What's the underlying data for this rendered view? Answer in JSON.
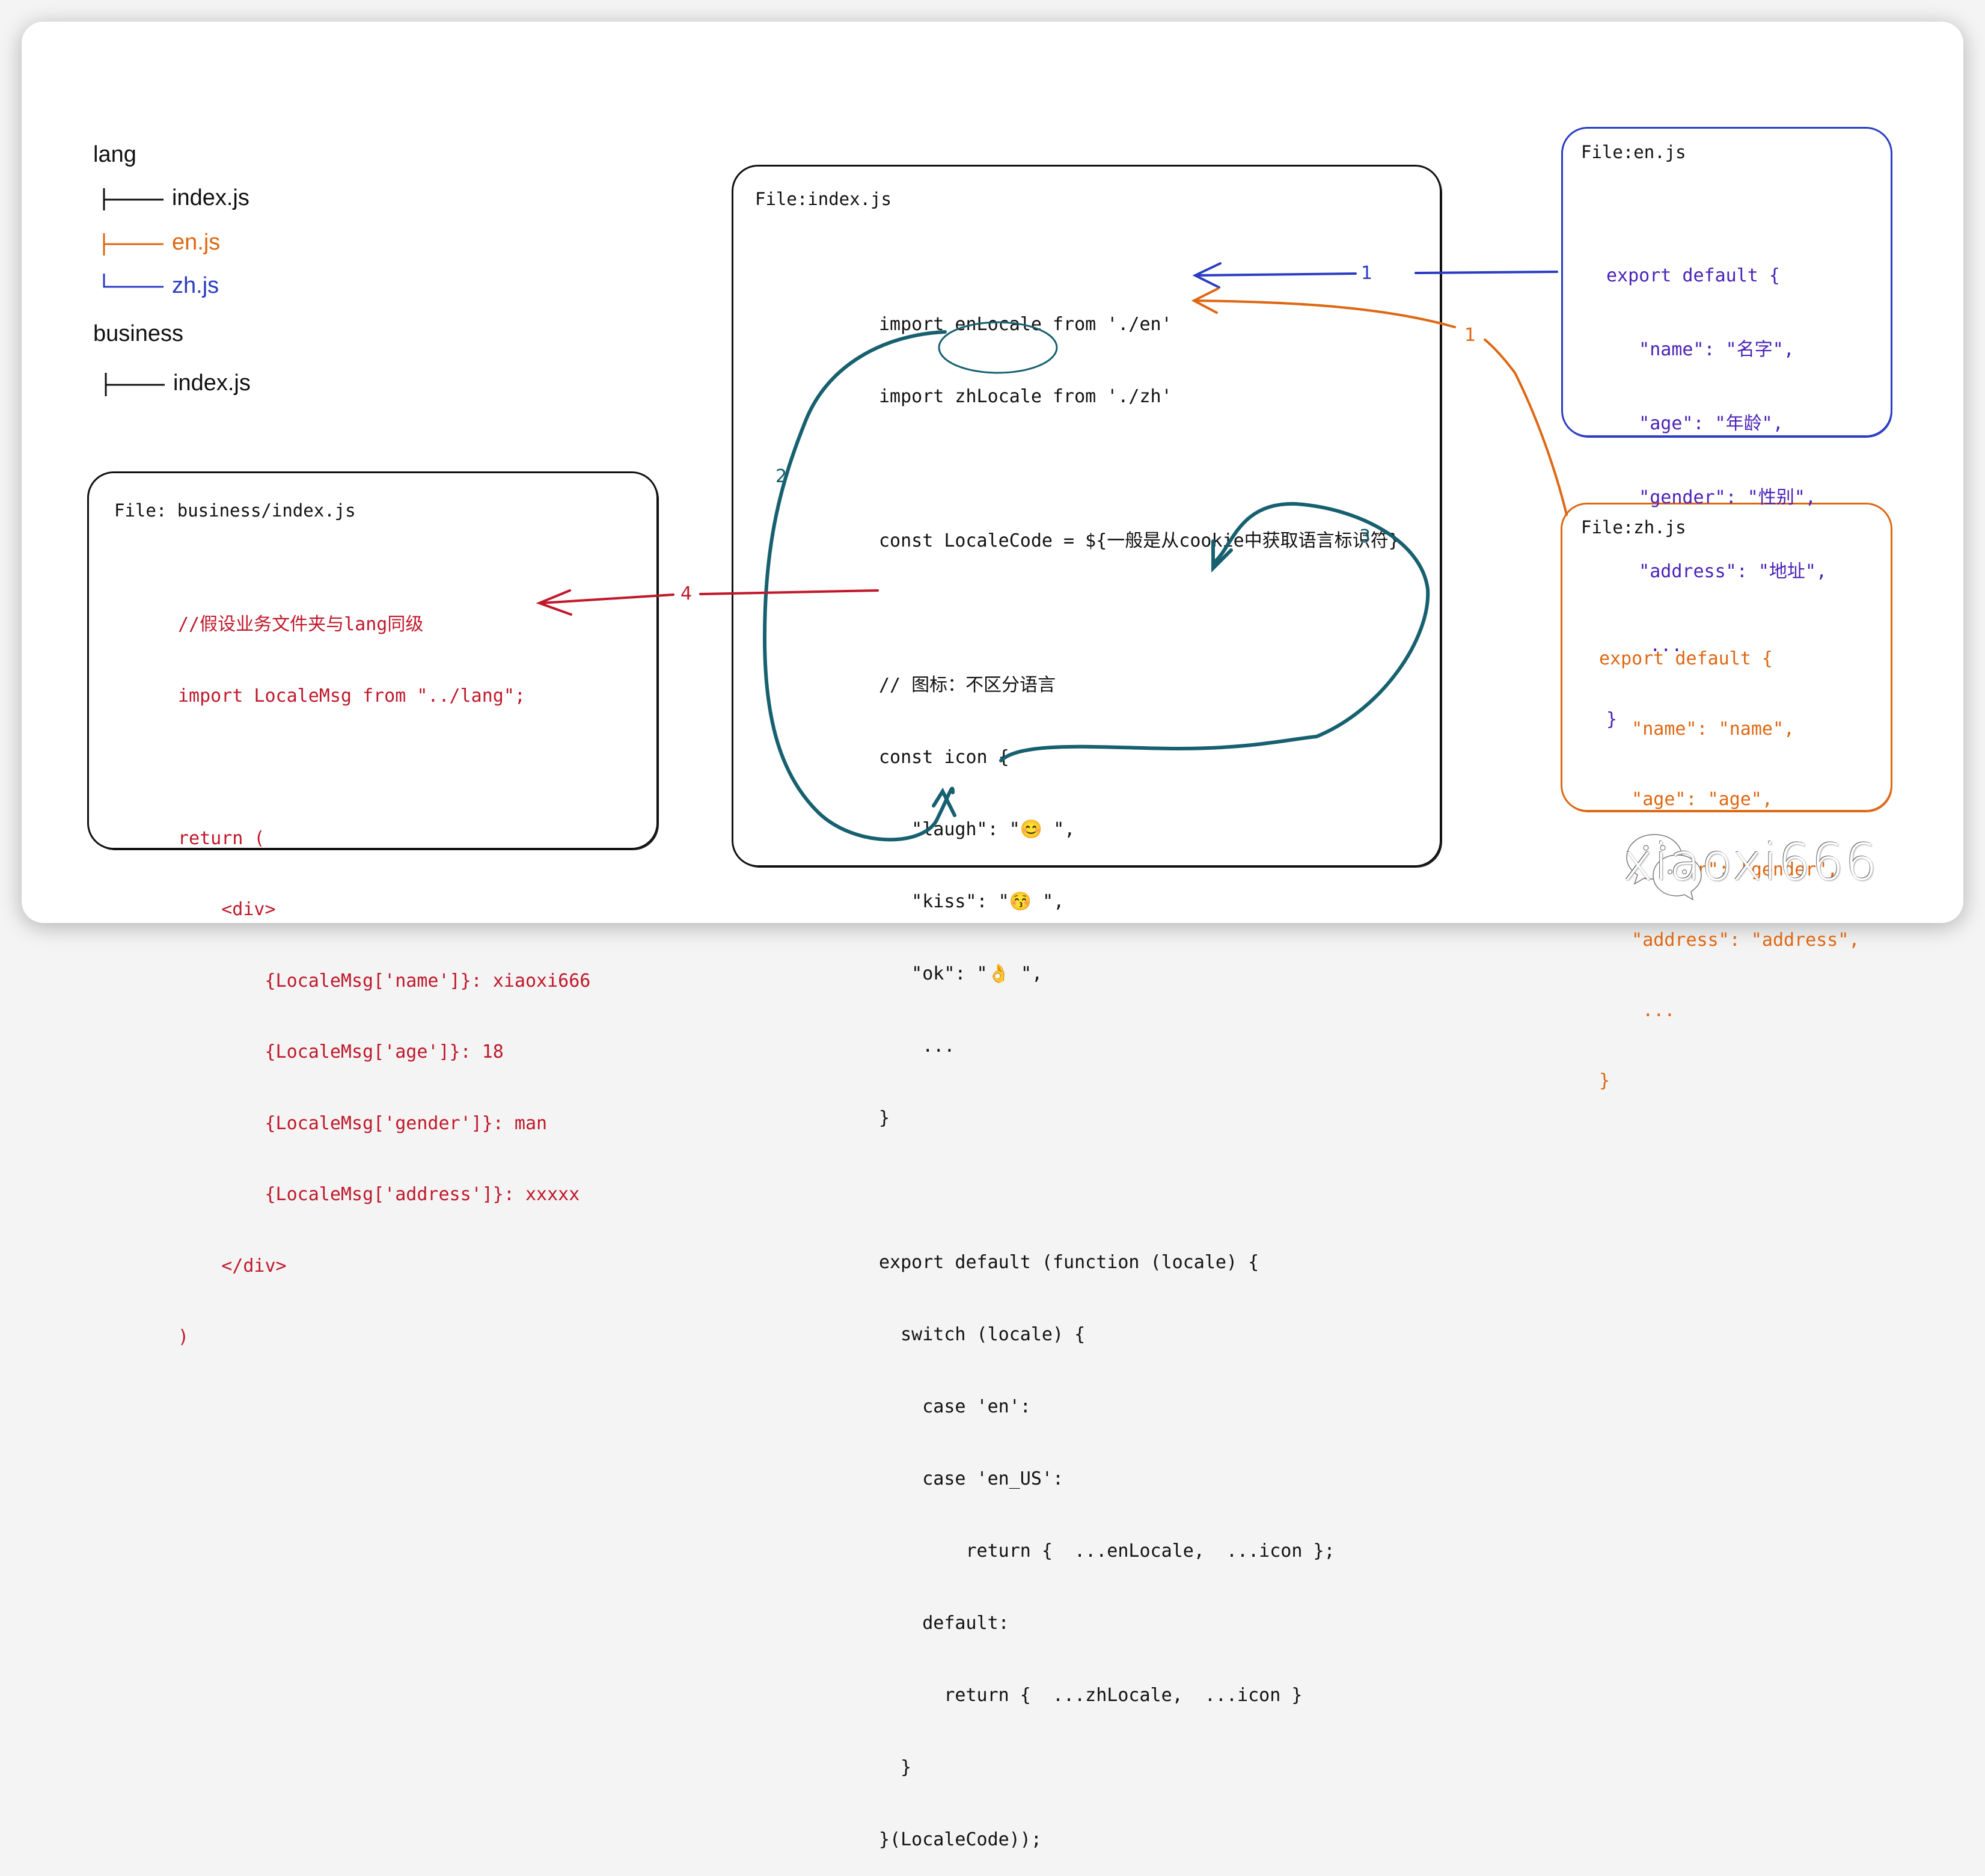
{
  "colors": {
    "black": "#111111",
    "blue": "#2b3cc2",
    "purple_code": "#4a22b8",
    "orange": "#de6712",
    "red": "#c0182a",
    "teal": "#16606f"
  },
  "tree": {
    "root1": "lang",
    "root1_items": [
      {
        "label": "index.js",
        "color": "black"
      },
      {
        "label": "en.js",
        "color": "orange"
      },
      {
        "label": "zh.js",
        "color": "blue"
      }
    ],
    "root2": "business",
    "root2_items": [
      {
        "label": "index.js",
        "color": "black"
      }
    ]
  },
  "business_box": {
    "title": "File: business/index.js",
    "lines": [
      "//假设业务文件夹与lang同级",
      "import LocaleMsg from \"../lang\";",
      "",
      "return (",
      "    <div>",
      "        {LocaleMsg['name']}: xiaoxi666",
      "        {LocaleMsg['age']}: 18",
      "        {LocaleMsg['gender']}: man",
      "        {LocaleMsg['address']}: xxxxx",
      "    </div>",
      ")"
    ]
  },
  "index_box": {
    "title": "File:index.js",
    "lines": [
      "import enLocale from './en'",
      "import zhLocale from './zh'",
      "",
      "const LocaleCode = ${一般是从cookie中获取语言标识符}",
      "",
      "// 图标：不区分语言",
      "const icon {",
      "   \"laugh\": \"😊 \",",
      "   \"kiss\": \"😚 \",",
      "   \"ok\": \"👌 \",",
      "    ...",
      "}",
      "",
      "export default (function (locale) {",
      "  switch (locale) {",
      "    case 'en':",
      "    case 'en_US':",
      "        return {  ...enLocale,  ...icon };",
      "    default:",
      "      return {  ...zhLocale,  ...icon }",
      "  }",
      "}(LocaleCode));"
    ]
  },
  "en_box": {
    "title": "File:en.js",
    "lines": [
      "export default {",
      "   \"name\": \"名字\",",
      "   \"age\": \"年龄\",",
      "   \"gender\": \"性别\",",
      "   \"address\": \"地址\",",
      "    ...",
      "}"
    ]
  },
  "zh_box": {
    "title": "File:zh.js",
    "lines": [
      "export default {",
      "   \"name\": \"name\",",
      "   \"age\": \"age\",",
      "   \"gender\": \"gender\",",
      "   \"address\": \"address\",",
      "    ...",
      "}"
    ]
  },
  "arrows": {
    "en_to_index": "1",
    "zh_to_index": "1",
    "localecode_to_call": "2",
    "return_to_function": "3",
    "export_to_business": "4"
  },
  "watermark": {
    "icon": "wechat-icon",
    "text": "xiaoxi666"
  }
}
